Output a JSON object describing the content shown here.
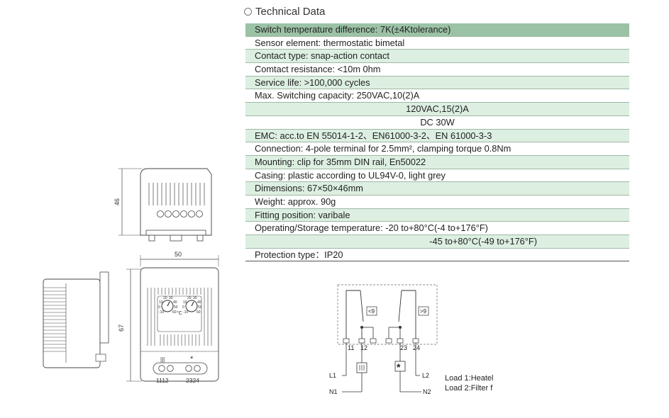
{
  "section": {
    "title": "Technical Data"
  },
  "specs": [
    {
      "text": "Switch temperature difference: 7K(±4Ktolerance)",
      "style": "head"
    },
    {
      "text": "Sensor element: thermostatic bimetal",
      "style": "plain"
    },
    {
      "text": "Contact type: snap-action contact",
      "style": "green"
    },
    {
      "text": "Comtact resistance:  <10m 0hm",
      "style": "plain"
    },
    {
      "text": "Service life:  >100,000 cycles",
      "style": "green"
    },
    {
      "text": "Max. Switching capacity:  250VAC,10(2)A",
      "style": "plain"
    },
    {
      "text": "120VAC,15(2)A",
      "style": "green center"
    },
    {
      "text": "DC 30W",
      "style": "plain center"
    },
    {
      "text": "EMC:  acc.to EN 55014-1-2、EN61000-3-2、EN 61000-3-3",
      "style": "green"
    },
    {
      "text": "Connection:  4-pole terminal for 2.5mm², clamping torque 0.8Nm",
      "style": "plain"
    },
    {
      "text": "Mounting:  clip for 35mm DIN rail, En50022",
      "style": "green"
    },
    {
      "text": "Casing: plastic according to UL94V-0, light grey",
      "style": "plain"
    },
    {
      "text": "Dimensions: 67×50×46mm",
      "style": "green"
    },
    {
      "text": "Weight: approx. 90g",
      "style": "plain"
    },
    {
      "text": "Fitting position: varibale",
      "style": "green"
    },
    {
      "text": "Operating/Storage temperature:  -20 to+80°C(-4 to+176°F)",
      "style": "plain"
    },
    {
      "text": "-45 to+80°C(-49 to+176°F)",
      "style": "green right"
    },
    {
      "text": "Protection type：IP20",
      "style": "plain last"
    }
  ],
  "drawing": {
    "height_label": "46",
    "width_label": "50",
    "depth_label": "67",
    "terminal_labels": "1112",
    "terminal_labels_right": "2324",
    "dial_unit": "°C",
    "dial_left_ticks": [
      "20",
      "30",
      "10",
      "40",
      "0",
      "50",
      "-10",
      "60"
    ],
    "dial_right_ticks": [
      "20",
      "30",
      "10",
      "40",
      "0",
      "50",
      "-10",
      "60"
    ],
    "star_symbol": "*",
    "heat_symbol": "|||"
  },
  "wiring": {
    "bimetal_left": "<9",
    "bimetal_right": ">9",
    "terminals": [
      "11",
      "12",
      "23",
      "24"
    ],
    "L1": "L1",
    "L2": "L2",
    "N1": "N1",
    "N2": "N2",
    "load1": "Load 1:Heatel",
    "load2": "Load 2:Filter f"
  }
}
